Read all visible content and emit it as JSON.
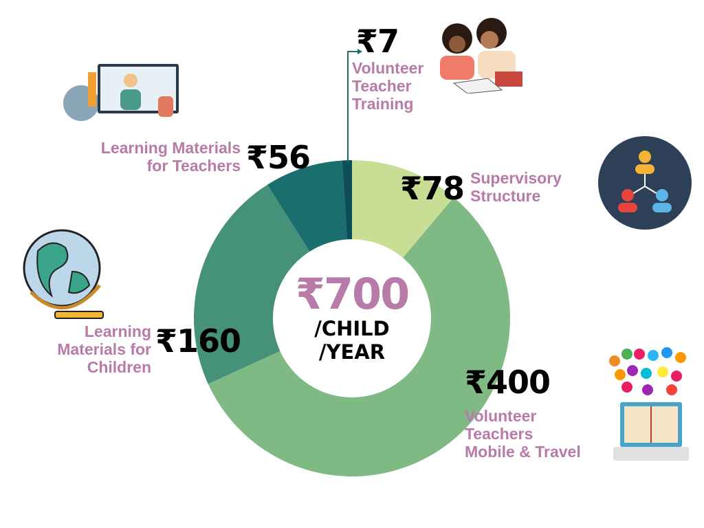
{
  "chart_data": {
    "type": "pie",
    "variant": "donut",
    "title": "₹700 /CHILD /YEAR",
    "center": {
      "amount": "₹700",
      "line1": "/CHILD",
      "line2": "/YEAR"
    },
    "slices": [
      {
        "label": "Supervisory Structure",
        "value": 78,
        "display": "₹78",
        "color": "#c8de94"
      },
      {
        "label": "Volunteer Teachers Mobile & Travel",
        "value": 400,
        "display": "₹400",
        "color": "#7fba85"
      },
      {
        "label": "Learning Materials for Children",
        "value": 160,
        "display": "₹160",
        "color": "#45917a"
      },
      {
        "label": "Learning Materials for Teachers",
        "value": 56,
        "display": "₹56",
        "color": "#1b6e6e"
      },
      {
        "label": "Volunteer Teacher Training",
        "value": 7,
        "display": "₹7",
        "color": "#0e4d5a"
      }
    ]
  },
  "labels": {
    "supervisory": [
      "Supervisory",
      "Structure"
    ],
    "mobile": [
      "Volunteer",
      "Teachers",
      "Mobile & Travel"
    ],
    "children": [
      "Learning",
      "Materials for",
      "Children"
    ],
    "teachers": [
      "Learning Materials",
      "for Teachers"
    ],
    "training": [
      "Volunteer",
      "Teacher",
      "Training"
    ]
  },
  "colors": {
    "label": "#b87aa8",
    "amount": "#000000"
  }
}
